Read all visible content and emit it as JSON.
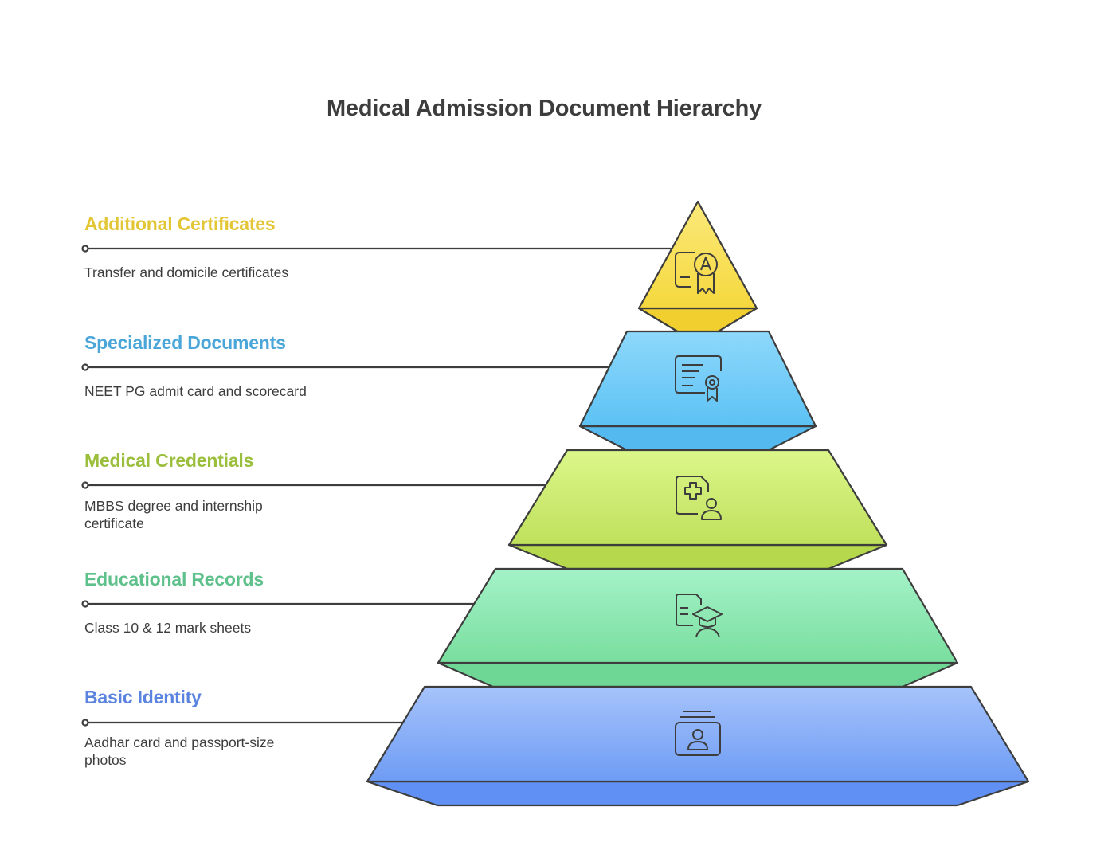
{
  "title": "Medical Admission Document Hierarchy",
  "levels": [
    {
      "label": "Additional Certificates",
      "description": "Transfer and domicile certificates",
      "color": "#e3c636",
      "icon": "certificate-award-icon"
    },
    {
      "label": "Specialized Documents",
      "description": "NEET PG admit card and scorecard",
      "color": "#4aa6d9",
      "icon": "diploma-certificate-icon"
    },
    {
      "label": "Medical Credentials",
      "description": "MBBS degree and internship certificate",
      "color": "#9bbf3c",
      "icon": "medical-file-user-icon"
    },
    {
      "label": "Educational Records",
      "description": "Class 10 & 12 mark sheets",
      "color": "#5ec08a",
      "icon": "graduate-document-icon"
    },
    {
      "label": "Basic Identity",
      "description": "Aadhar card and passport-size photos",
      "color": "#5b84e0",
      "icon": "id-card-icon"
    }
  ]
}
